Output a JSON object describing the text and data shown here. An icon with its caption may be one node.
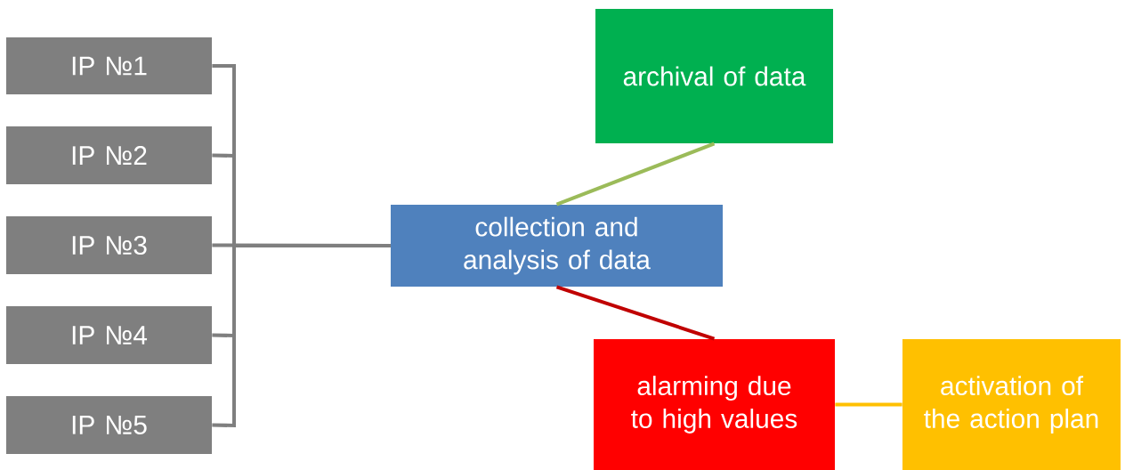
{
  "diagram": {
    "nodes": [
      {
        "text": [
          "IP №1"
        ]
      },
      {
        "text": [
          "IP №2"
        ]
      },
      {
        "text": [
          "IP №3"
        ]
      },
      {
        "text": [
          "IP №4"
        ]
      },
      {
        "text": [
          "IP №5"
        ]
      },
      {
        "text": [
          "collection and analysis of data"
        ]
      },
      {
        "text": [
          "archival of data"
        ]
      },
      {
        "text": [
          "alarming due to high values"
        ]
      },
      {
        "text": [
          "activation of the action plan"
        ]
      }
    ],
    "edges": [
      {
        "from": 0,
        "to": 5,
        "arrow": "none"
      },
      {
        "from": 1,
        "to": 5,
        "arrow": "none"
      },
      {
        "from": 2,
        "to": 5,
        "arrow": "none"
      },
      {
        "from": 3,
        "to": 5,
        "arrow": "none"
      },
      {
        "from": 4,
        "to": 5,
        "arrow": "none"
      },
      {
        "from": 5,
        "to": 6,
        "arrow": "none",
        "color": "#9bbb59"
      },
      {
        "from": 5,
        "to": 7,
        "arrow": "none",
        "color": "#c00000"
      },
      {
        "from": 7,
        "to": 8,
        "arrow": "none",
        "color": "#ffc000"
      }
    ]
  }
}
